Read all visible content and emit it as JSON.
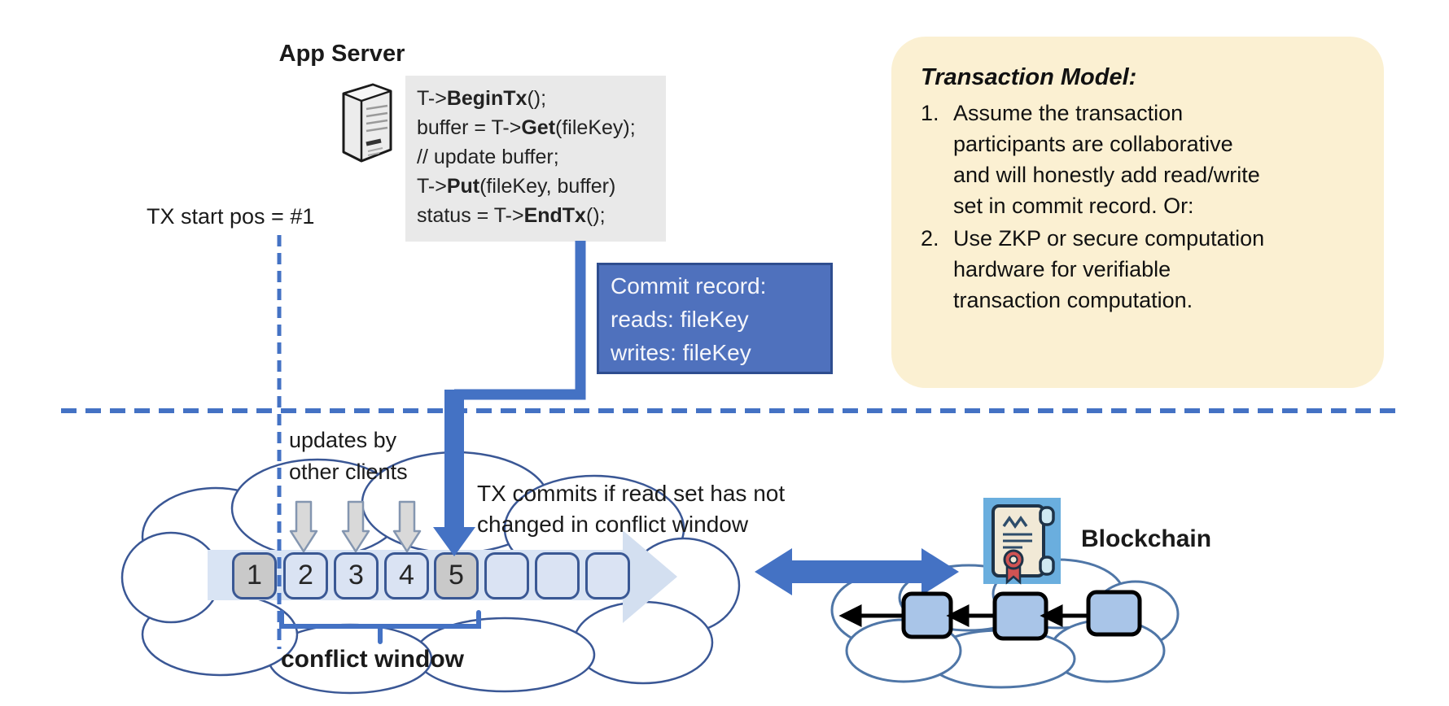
{
  "app_server": {
    "label": "App Server"
  },
  "code": {
    "lines": [
      {
        "pre": "T->",
        "bold": "BeginTx",
        "post": "();"
      },
      {
        "pre": "buffer = T->",
        "bold": "Get",
        "post": "(fileKey);"
      },
      {
        "pre": "// update buffer;",
        "bold": "",
        "post": ""
      },
      {
        "pre": "T->",
        "bold": "Put",
        "post": "(fileKey, buffer)"
      },
      {
        "pre": "status = T->",
        "bold": "EndTx",
        "post": "();"
      }
    ]
  },
  "tx_start": {
    "label": "TX start pos = #1"
  },
  "commit_record": {
    "line1": "Commit record:",
    "line2": "reads: fileKey",
    "line3": "writes: fileKey"
  },
  "transaction_model": {
    "title": "Transaction Model:",
    "items": [
      {
        "num": "1.",
        "lines": [
          "Assume the transaction",
          "participants are collaborative",
          "and will honestly add read/write",
          "set in commit record.  Or:"
        ]
      },
      {
        "num": "2.",
        "lines": [
          "Use ZKP or secure computation",
          "hardware for verifiable",
          "transaction computation."
        ]
      }
    ]
  },
  "annotations": {
    "updates": {
      "lines": [
        "updates by",
        "other clients"
      ]
    },
    "commits": {
      "lines": [
        "TX commits if read set has not",
        "changed in conflict window"
      ]
    },
    "conflict_window": "conflict window",
    "blockchain": "Blockchain"
  },
  "timeline": {
    "blocks": [
      "1",
      "2",
      "3",
      "4",
      "5",
      "",
      "",
      ""
    ]
  },
  "icons": {
    "app_server": "server-tower-icon",
    "blockchain": "scroll-certificate-icon",
    "ledger_clouds": "cloud-outline",
    "update_arrows": "down-arrow-icon",
    "commit_arrow": "elbow-down-arrow-icon",
    "sync_arrow": "double-headed-arrow-icon",
    "chain_links": "left-arrow-icon"
  },
  "colors": {
    "accent_blue": "#4472C4",
    "commit_fill": "#4F71BD",
    "commit_border": "#2E4D8F",
    "note_bg": "#FBF0D2",
    "code_bg": "#E9E9E9",
    "block_light": "#DAE3F3",
    "block_gray": "#C9C9C9",
    "block_border": "#3A5894",
    "band_fill": "#D9E4F4",
    "cloud_stroke": "#3A5795",
    "chain_cloud_stroke": "#4F76A7",
    "chain_block_fill": "#A9C5E8",
    "gray_arrow_fill": "#D9D9D9",
    "gray_arrow_stroke": "#8496B0",
    "icon_bg": "#6AAEDE"
  }
}
